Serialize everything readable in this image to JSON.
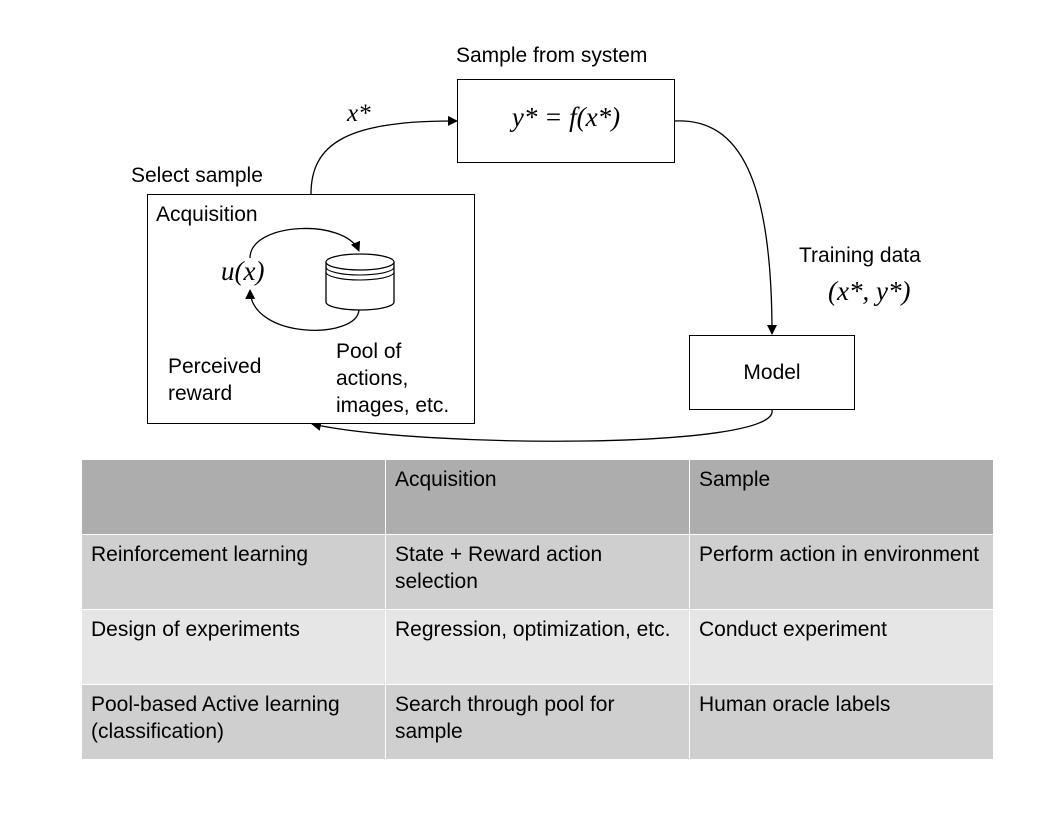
{
  "diagram": {
    "sample_from_system_label": "Sample from system",
    "system_equation": "y* = f(x*)",
    "x_star_label": "x*",
    "select_sample_label": "Select sample",
    "acquisition_label": "Acquisition",
    "utility_label": "u(x)",
    "perceived_reward_label": "Perceived reward",
    "pool_label": "Pool of actions, images, etc.",
    "training_data_label": "Training data",
    "training_pair_label": "(x*, y*)",
    "model_label": "Model",
    "database_icon": "database-icon"
  },
  "table": {
    "headers": [
      "",
      "Acquisition",
      "Sample"
    ],
    "rows": [
      [
        "Reinforcement learning",
        "State + Reward action selection",
        "Perform action in environment"
      ],
      [
        "Design of experiments",
        "Regression, optimization, etc.",
        "Conduct experiment"
      ],
      [
        "Pool-based Active learning (classification)",
        "Search through pool for sample",
        "Human oracle labels"
      ]
    ]
  }
}
